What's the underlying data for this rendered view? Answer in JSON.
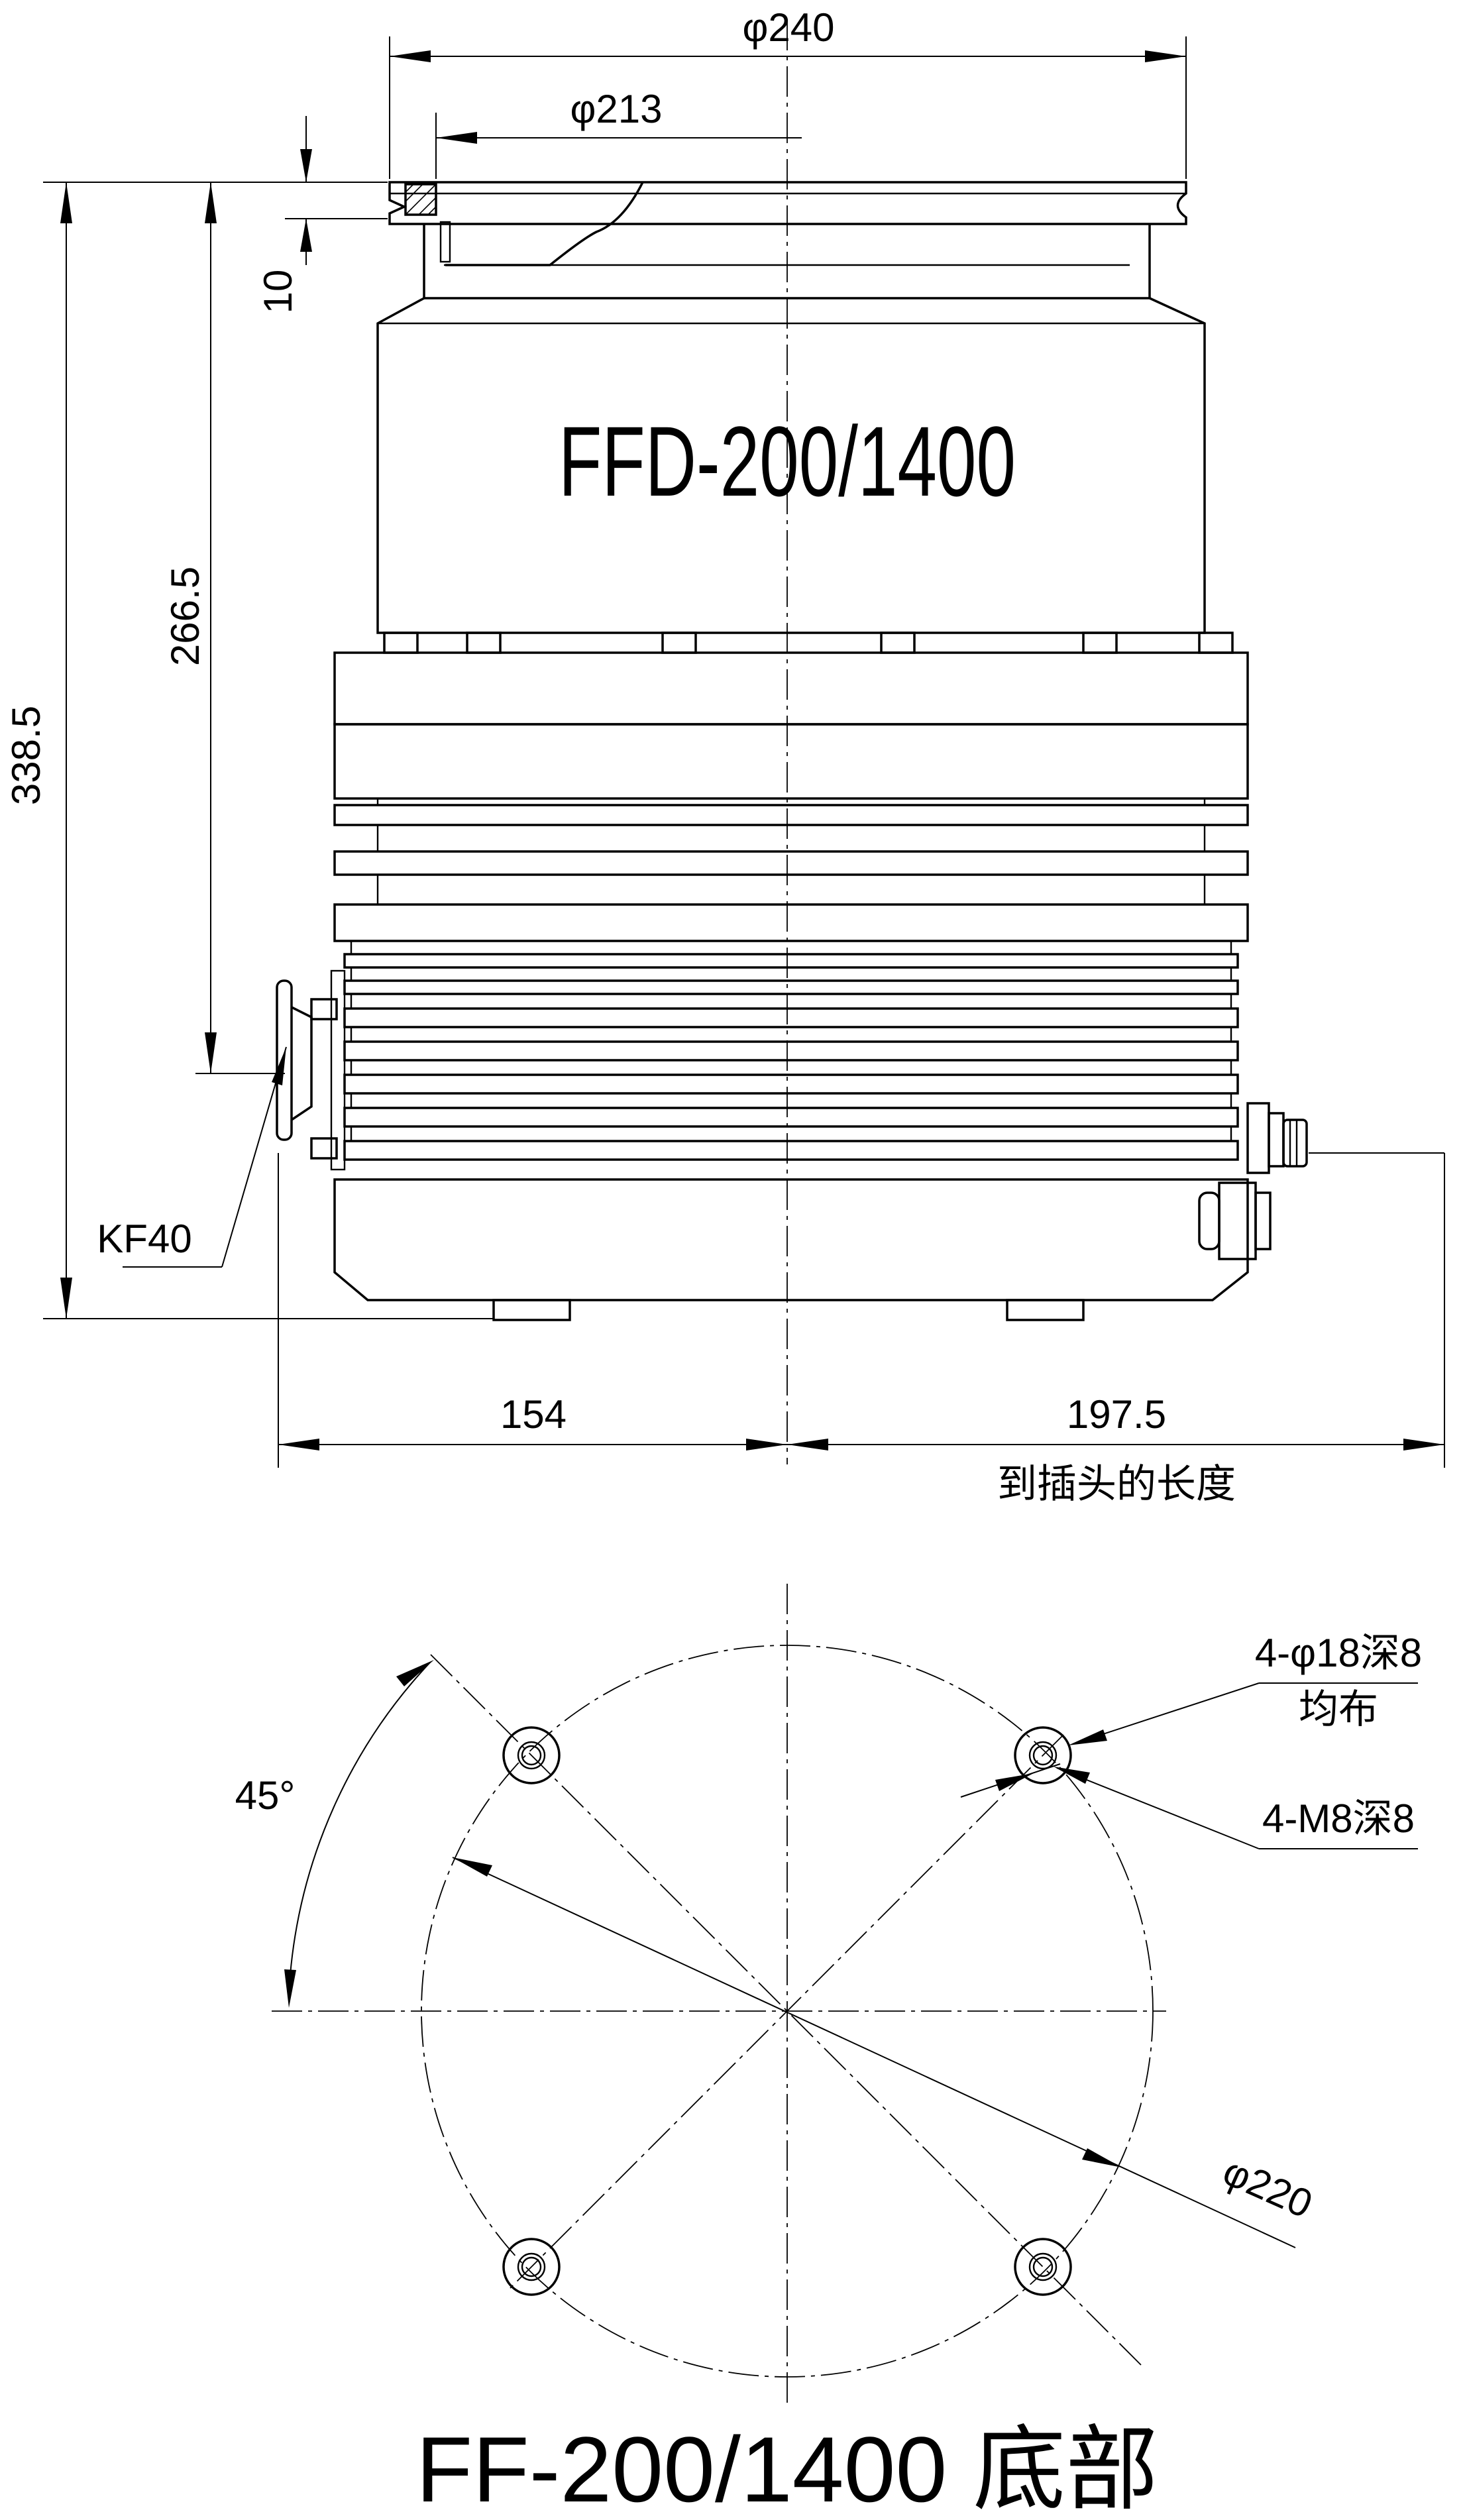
{
  "side_view": {
    "model_label": "FFD-200/1400",
    "dim_outer_flange": "φ240",
    "dim_inner_flange": "φ213",
    "dim_flange_height": "10",
    "dim_total_height": "338.5",
    "dim_port_height": "266.5",
    "dim_left_width": "154",
    "dim_right_width": "197.5",
    "dim_right_note": "到插头的长度",
    "port_label": "KF40"
  },
  "bottom_view": {
    "title": "FF-200/1400 底部",
    "angle_label": "45°",
    "bolt_circle_dia": "φ220",
    "hole_spec_line1": "4-φ18深8",
    "hole_spec_line2": "均布",
    "thread_spec": "4-M8深8"
  }
}
